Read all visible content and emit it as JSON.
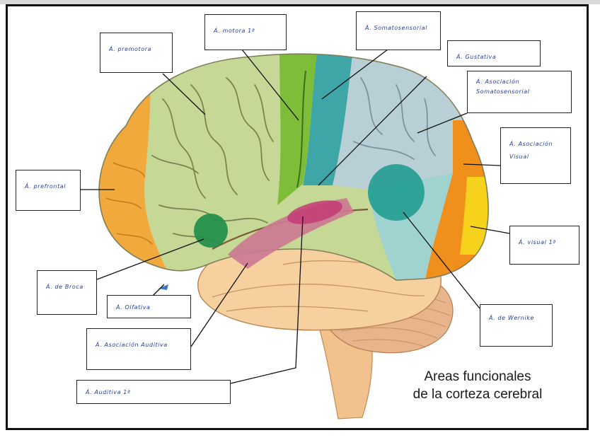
{
  "colors": {
    "prefrontal": "#f2a93b",
    "premotor": "#c6d896",
    "motor": "#7dbd3a",
    "somatosensory": "#3fa6a8",
    "assoc_somato": "#b9cfd6",
    "visual_assoc": "#f08f1c",
    "visual_primary": "#f7d21d",
    "auditory": "#cc7a92",
    "temporal": "#f7d0a0",
    "broca": "#1f8f4a",
    "wernicke": "#1f9c8f",
    "cerebellum": "#e7b48c",
    "label_text": "#1f3f9a"
  },
  "labels": {
    "premotora": "Á. premotora",
    "motora": "Á. motora 1ª",
    "somatosensorial": "Á. Somatosensorial",
    "gustativa": "Á. Gustativa",
    "asoc_somato": "Á. Asociación\nSomatosensorial",
    "asoc_visual": "Á. Asociación\nVisual",
    "prefrontal": "Á. prefrontal",
    "visual": "Á. visual 1ª",
    "broca": "Á. de Broca",
    "olfativa": "Á. Olfativa",
    "wernicke": "Á. de Wernike",
    "asoc_auditiva": "Á. Asociación Auditiva",
    "auditiva": "Á. Auditiva 1ª"
  },
  "caption": {
    "line1": "Areas funcionales",
    "line2": "de la corteza cerebral"
  }
}
